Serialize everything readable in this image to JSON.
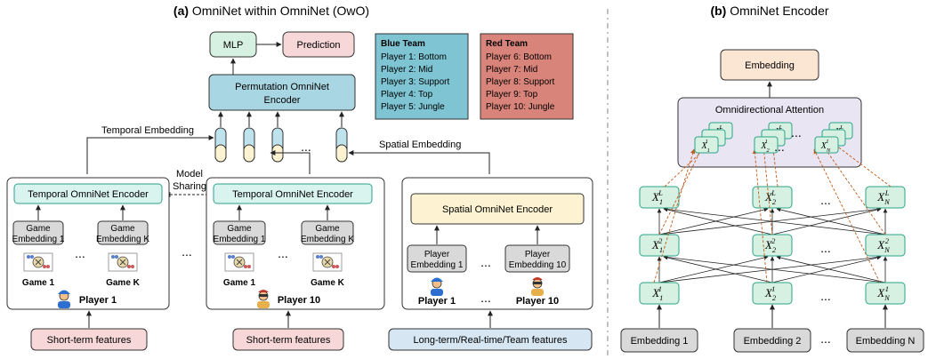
{
  "left_title": {
    "prefix": "(a)",
    "text": "OmniNet within OmniNet (OwO)"
  },
  "right_title": {
    "prefix": "(b)",
    "text": "OmniNet Encoder"
  },
  "mlp": "MLP",
  "prediction": "Prediction",
  "permutation_encoder": [
    "Permutation OmniNet",
    "Encoder"
  ],
  "temporal_embedding": "Temporal Embedding",
  "spatial_embedding": "Spatial Embedding",
  "model_sharing": [
    "Model",
    "Sharing"
  ],
  "ellipsis": "...",
  "blue_team": {
    "title": "Blue Team",
    "players": [
      "Player 1: Bottom",
      "Player 2: Mid",
      "Player 3: Support",
      "Player 4: Top",
      "Player 5: Jungle"
    ],
    "color": "#7ec4d3"
  },
  "red_team": {
    "title": "Red Team",
    "players": [
      "Player 6: Bottom",
      "Player 7: Mid",
      "Player 8: Support",
      "Player 9: Top",
      "Player 10: Jungle"
    ],
    "color": "#d9847a"
  },
  "temporal_encoder": "Temporal OmniNet Encoder",
  "spatial_encoder": "Spatial OmniNet Encoder",
  "game_embedding": {
    "top": "Game",
    "first": "Embedding 1",
    "last": "Embedding K"
  },
  "game_labels": {
    "first": "Game 1",
    "last": "Game K"
  },
  "player_embedding": {
    "top": "Player",
    "first": "Embedding 1",
    "last": "Embedding 10"
  },
  "player_labels": {
    "first": "Player 1",
    "last": "Player 10"
  },
  "short_term_features": "Short-term features",
  "long_term_features": "Long-term/Real-time/Team features",
  "encoder": {
    "embedding_top": "Embedding",
    "attention": "Omnidirectional Attention",
    "inputs": [
      "Embedding 1",
      "Embedding 2",
      "Embedding N"
    ],
    "subscripts": [
      "1",
      "2",
      "N"
    ],
    "superscripts": [
      "1",
      "2",
      "L"
    ]
  },
  "colors": {
    "encoder_fill": "#d9f3ee",
    "encoder_stroke": "#2aa38a",
    "mint": "#d6f0e1",
    "pink": "#f7d7d7",
    "peach": "#fbe5d3",
    "light_blue": "#d6e6f2",
    "gray": "#d9d9d9",
    "lavender": "#e9e5f2",
    "cream": "#fdf3d2",
    "arrow_dash": "#c05a1a"
  }
}
